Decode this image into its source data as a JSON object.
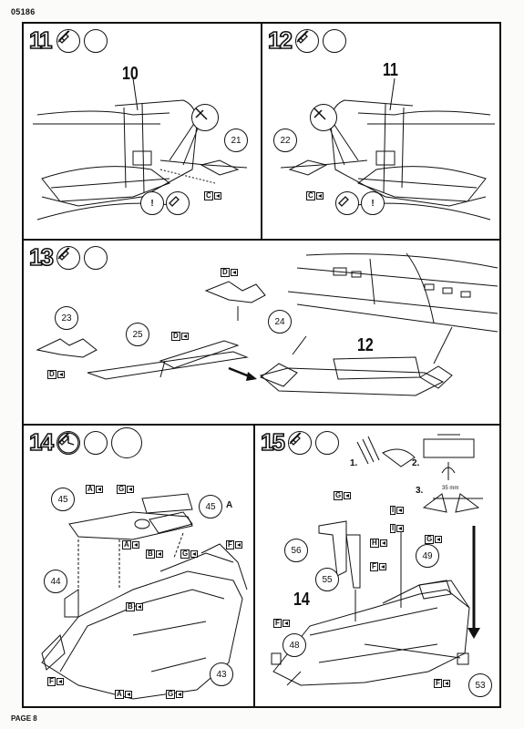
{
  "header": {
    "code": "05186"
  },
  "footer": {
    "page": "PAGE 8"
  },
  "steps": {
    "s11": {
      "num": "11",
      "ref": "10",
      "parts": {
        "p21": "21"
      },
      "tags": {
        "c": "C"
      }
    },
    "s12": {
      "num": "12",
      "ref": "11",
      "parts": {
        "p22": "22"
      },
      "tags": {
        "c": "C"
      }
    },
    "s13": {
      "num": "13",
      "ref": "12",
      "parts": {
        "p23": "23",
        "p24": "24",
        "p25": "25"
      },
      "tags": {
        "d1": "D",
        "d2": "D",
        "d3": "D"
      }
    },
    "s14": {
      "num": "14",
      "parts": {
        "p45": "45",
        "p45a": "45",
        "a_label": "A",
        "p44": "44",
        "p43": "43"
      },
      "tags": {
        "a1": "A",
        "g1": "G",
        "a2": "A",
        "b1": "B",
        "g2": "G",
        "f1": "F",
        "b2": "B",
        "f2": "F",
        "a3": "A",
        "g3": "G"
      }
    },
    "s15": {
      "num": "15",
      "ref": "14",
      "substeps": {
        "one": "1.",
        "two": "2.",
        "three": "3."
      },
      "measure": "35 mm",
      "parts": {
        "p56": "56",
        "p55": "55",
        "p49": "49",
        "p48": "48",
        "p53": "53"
      },
      "tags": {
        "g1": "G",
        "i1": "I",
        "i2": "I",
        "h1": "H",
        "f1": "F",
        "g2": "G",
        "f2": "F",
        "f3": "F"
      }
    }
  },
  "icons": [
    "glue-icon",
    "paint-brush-icon",
    "clock-icon",
    "warning-icon"
  ]
}
